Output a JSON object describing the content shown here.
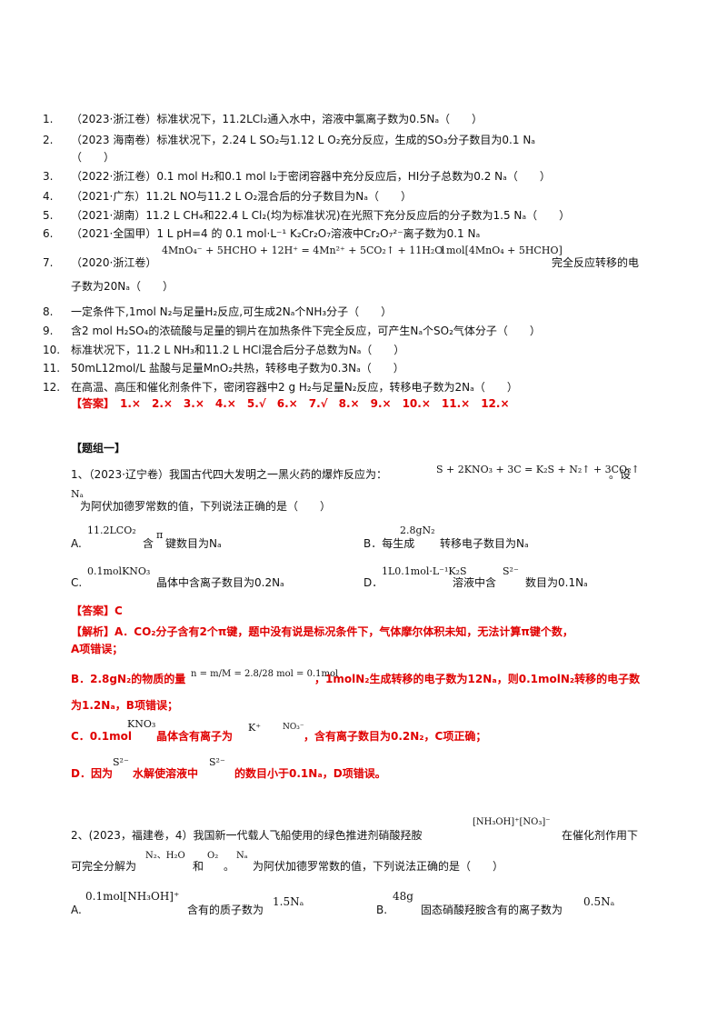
{
  "questions": [
    {
      "n": "1.",
      "t": "（2023·浙江卷）标准状况下，11.2LCl₂通入水中，溶液中氯离子数为0.5Nₐ（　　）"
    },
    {
      "n": "2.",
      "t": "（2023 海南卷）标准状况下，2.24 L SO₂与1.12 L O₂充分反应，生成的SO₃分子数目为0.1 Nₐ",
      "t2": "（　　）"
    },
    {
      "n": "3.",
      "t": "（2022·浙江卷）0.1 mol H₂和0.1 mol I₂于密闭容器中充分反应后，HI分子总数为0.2 Nₐ（　　）"
    },
    {
      "n": "4.",
      "t": "（2021·广东）11.2L NO与11.2 L O₂混合后的分子数目为Nₐ（　　）"
    },
    {
      "n": "5.",
      "t": "（2021·湖南）11.2 L CH₄和22.4 L Cl₂(均为标准状况)在光照下充分反应后的分子数为1.5 Nₐ（　　）"
    },
    {
      "n": "6.",
      "t": "（2021·全国甲）1 L pH=4 的 0.1 mol·L⁻¹ K₂Cr₂O₇溶液中Cr₂O₇²⁻离子数为0.1 Nₐ"
    },
    {
      "n": "7.",
      "t": "（2020·浙江卷）",
      "f1": "4MnO₄⁻ + 5HCHO + 12H⁺ = 4Mn²⁺ + 5CO₂↑ + 11H₂O",
      "f2": "1mol[4MnO₄ + 5HCHO]",
      "t2": "完全反应转移的电",
      "t3": "子数为20Nₐ（　　）"
    },
    {
      "n": "8.",
      "t": "一定条件下,1mol N₂与足量H₂反应,可生成2Nₐ个NH₃分子（　　）"
    },
    {
      "n": "9.",
      "t": "含2 mol H₂SO₄的浓硫酸与足量的铜片在加热条件下完全反应，可产生Nₐ个SO₂气体分子（　　）"
    },
    {
      "n": "10.",
      "t": "标准状况下，11.2 L NH₃和11.2 L HCl混合后分子总数为Nₐ（　　）"
    },
    {
      "n": "11.",
      "t": "50mL12mol/L 盐酸与足量MnO₂共热，转移电子数为0.3Nₐ（　　）"
    },
    {
      "n": "12.",
      "t": "在高温、高压和催化剂条件下，密闭容器中2 g H₂与足量N₂反应，转移电子数为2Nₐ（　　）"
    }
  ],
  "answer_line": "【答案】　1.×　2.×　3.×　4.×　5.√　6.×　7.√　8.×　9.×　10.×　11.×　12.×",
  "group_title": "【题组一】",
  "q1": {
    "stem1": "1、（2023·辽宁卷）我国古代四大发明之一黑火药的爆炸反应为：",
    "eq": "S + 2KNO₃ + 3C = K₂S + N₂↑ + 3CO₂↑",
    "stem1_end": "。设",
    "na": "Nₐ",
    "stem2": "为阿伏加德罗常数的值，下列说法正确的是（　　）",
    "optA_label": "A.",
    "optA_f": "11.2LCO₂",
    "optA_t1": "含",
    "optA_pi": "π",
    "optA_t2": "键数目为Nₐ",
    "optB_label": "B．每生成",
    "optB_f": "2.8gN₂",
    "optB_t": "转移电子数目为Nₐ",
    "optC_label": "C.",
    "optC_f": "0.1molKNO₃",
    "optC_t": "晶体中含离子数目为0.2Nₐ",
    "optD_label": "D．",
    "optD_f": "1L0.1mol·L⁻¹K₂S",
    "optD_t1": "溶液中含",
    "optD_s": "S²⁻",
    "optD_t2": "数目为0.1Nₐ",
    "answer": "【答案】C",
    "exp_a1": "【解析】A．CO₂分子含有2个π键，题中没有说是标况条件下，气体摩尔体积未知，无法计算π键个数，",
    "exp_a2": "A项错误；",
    "exp_b1": "B．2.8gN₂的物质的量",
    "exp_b_f": "n = m/M = 2.8/28 mol = 0.1mol",
    "exp_b2": "，1molN₂生成转移的电子数为12Nₐ，则0.1molN₂转移的电子数",
    "exp_b3": "为1.2Nₐ，B项错误；",
    "exp_c1": "C．0.1mol",
    "exp_c_f": "KNO₃",
    "exp_c2": "晶体含有离子为",
    "exp_c_k": "K⁺",
    "exp_c_no": "NO₃⁻",
    "exp_c3": "，含有离子数目为0.2N₂，C项正确；",
    "exp_d1": "D．因为",
    "exp_d_s": "S²⁻",
    "exp_d2": "水解使溶液中",
    "exp_d_s2": "S²⁻",
    "exp_d3": "的数目小于0.1Nₐ，D项错误。"
  },
  "q2": {
    "stem1": "2、(2023，福建卷，4）我国新一代载人飞船使用的绿色推进剂硝酸羟胺",
    "f1": "[NH₃OH]⁺[NO₃]⁻",
    "stem1_end": "在催化剂作用下",
    "stem2a": "可完全分解为",
    "f2": "N₂、H₂O",
    "stem2b": "和",
    "f3": "O₂",
    "stem2c": "。",
    "na": "Nₐ",
    "stem2d": "为阿伏加德罗常数的值，下列说法正确的是（　　）",
    "optA_label": "A.",
    "optA_f": "0.1mol[NH₃OH]⁺",
    "optA_t": "含有的质子数为",
    "optA_v": "1.5Nₐ",
    "optB_label": "B.",
    "optB_f": "48g",
    "optB_t": "固态硝酸羟胺含有的离子数为",
    "optB_v": "0.5Nₐ"
  }
}
